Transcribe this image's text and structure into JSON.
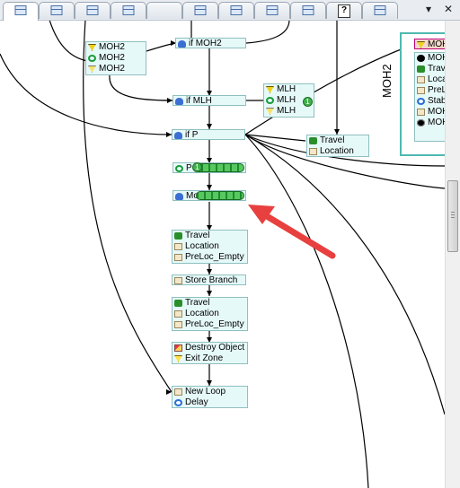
{
  "toolbar": {
    "more_glyph": "▾",
    "close_glyph": "✕",
    "help_glyph": "?"
  },
  "nodes": {
    "if_moh2": "if MOH2",
    "moh2_a": "MOH2",
    "moh2_b": "MOH2",
    "moh2_c": "MOH2",
    "if_mlh": "if MLH",
    "mlh_a": "MLH",
    "mlh_b": "MLH",
    "mlh_c": "MLH",
    "mlh_badge": "1",
    "if_p": "if P",
    "travel_right": "Travel",
    "location_right": "Location",
    "p_label": "P",
    "p_badge": "1",
    "mo_label": "Mo",
    "seq1": [
      "Travel",
      "Location",
      "PreLoc_Empty"
    ],
    "store_branch": "Store Branch",
    "seq2": [
      "Travel",
      "Location",
      "PreLoc_Empty"
    ],
    "destroy_object": "Destroy Object",
    "exit_zone": "Exit Zone",
    "new_loop": "New Loop",
    "delay": "Delay"
  },
  "panel": {
    "title": "MOH2",
    "items": [
      "MOH",
      "MOH",
      "Trav",
      "Locat",
      "PreL",
      "Stab",
      "MOH",
      "MOH"
    ]
  },
  "colors": {
    "node_fill": "#e6f9f9",
    "node_border": "#8fbfbf",
    "panel_border": "#4fb9b0",
    "arrow": "#e8403f",
    "progress": "#3fae4a"
  }
}
